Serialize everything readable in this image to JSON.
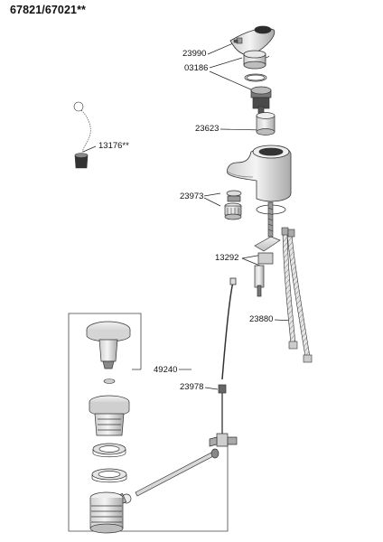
{
  "title": "67821/67021**",
  "part_labels": {
    "p23990": "23990",
    "p03186": "03186",
    "p23623": "23623",
    "p13176": "13176**",
    "p23973": "23973",
    "p13292": "13292",
    "p23880": "23880",
    "p49240": "49240",
    "p23978": "23978"
  }
}
